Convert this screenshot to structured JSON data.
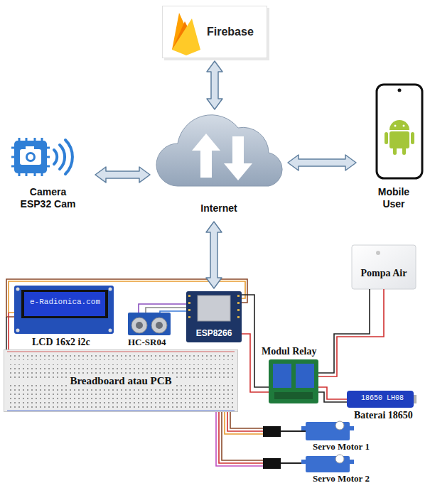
{
  "diagram": {
    "nodes": [
      {
        "text": [
          "Firebase"
        ]
      },
      {
        "text": [
          "Camera ESP32 Cam"
        ]
      },
      {
        "text": [
          "Internet"
        ]
      },
      {
        "text": [
          "Mobile User"
        ]
      },
      {
        "text": [
          "Pompa Air"
        ]
      },
      {
        "text": [
          "ESP8266"
        ]
      },
      {
        "text": [
          "Breadboard atau PCB"
        ]
      }
    ],
    "edges": [
      {
        "from": 0,
        "to": 2,
        "arrow": "both"
      },
      {
        "from": 1,
        "to": 2,
        "arrow": "both"
      },
      {
        "from": 2,
        "to": 3,
        "arrow": "both"
      },
      {
        "from": 2,
        "to": 5,
        "arrow": "both"
      }
    ],
    "labels": [
      "e-Radionica.com",
      "LCD 16x2 i2c",
      "HC-SR04",
      "Modul Relay",
      "Baterai 18650",
      "18650 LH08",
      "Servo Motor 1",
      "Servo Motor 2"
    ]
  }
}
